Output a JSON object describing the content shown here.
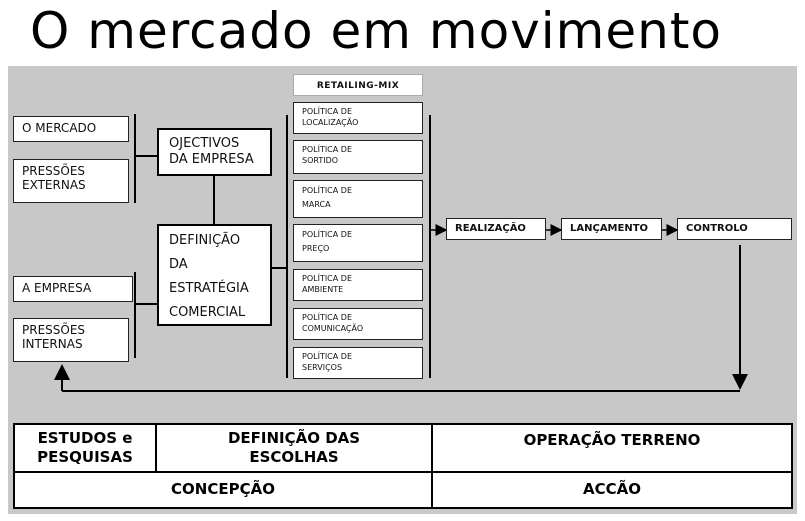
{
  "title": "O mercado em movimento",
  "inputs": {
    "o_mercado": "O MERCADO",
    "pressoes_externas": [
      "PRESSÕES",
      "EXTERNAS"
    ],
    "a_empresa": "A EMPRESA",
    "pressoes_internas": [
      "PRESSÕES",
      "INTERNAS"
    ]
  },
  "objectivos": [
    "OJECTIVOS",
    "DA EMPRESA"
  ],
  "definicao": [
    "DEFINIÇÃO",
    "DA",
    "ESTRATÉGIA",
    "COMERCIAL"
  ],
  "retailing_mix": {
    "header": "RETAILING-MIX",
    "policies": [
      [
        "POLÍTICA DE",
        "LOCALIZAÇÃO"
      ],
      [
        "POLÍTICA DE",
        "SORTIDO"
      ],
      [
        "POLÍTICA DE",
        "MARCA"
      ],
      [
        "POLÍTICA DE",
        "PREÇO"
      ],
      [
        "POLÍTICA DE",
        "AMBIENTE"
      ],
      [
        "POLÍTICA DE",
        "COMUNICAÇÃO"
      ],
      [
        "POLÍTICA DE",
        "SERVIÇOS"
      ]
    ]
  },
  "steps": [
    "REALIZAÇÃO",
    "LANÇAMENTO",
    "CONTROLO"
  ],
  "table": {
    "row1": [
      "ESTUDOS e PESQUISAS",
      "DEFINIÇÃO DAS ESCOLHAS",
      "OPERAÇÃO TERRENO"
    ],
    "row2": [
      "CONCEPÇÃO",
      "ACCÃO"
    ]
  }
}
